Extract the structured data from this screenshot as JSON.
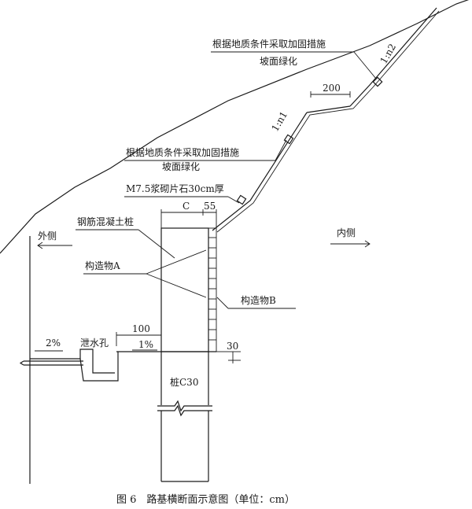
{
  "slope_top": {
    "measure_line1": "根据地质条件采取加固措施",
    "measure_line2": "坡面绿化",
    "ratio": "1:n2"
  },
  "slope_mid": {
    "measure_line1": "根据地质条件采取加固措施",
    "measure_line2": "坡面绿化",
    "ratio": "1:n1"
  },
  "berm_width": "200",
  "masonry_note": "M7.5浆砌片石30cm厚",
  "dim_c": "C",
  "dim_55": "55",
  "pile_label": "钢筋混凝土桩",
  "outer_side": "外侧",
  "inner_side": "内侧",
  "structure_a": "构造物A",
  "structure_b": "构造物B",
  "dim_100": "100",
  "grade_outer": "2%",
  "drain_hole": "泄水孔",
  "grade_inner": "1%",
  "dim_30": "30",
  "pile_grade": "桩C30",
  "caption": "图 6　路基横断面示意图（单位：cm）"
}
